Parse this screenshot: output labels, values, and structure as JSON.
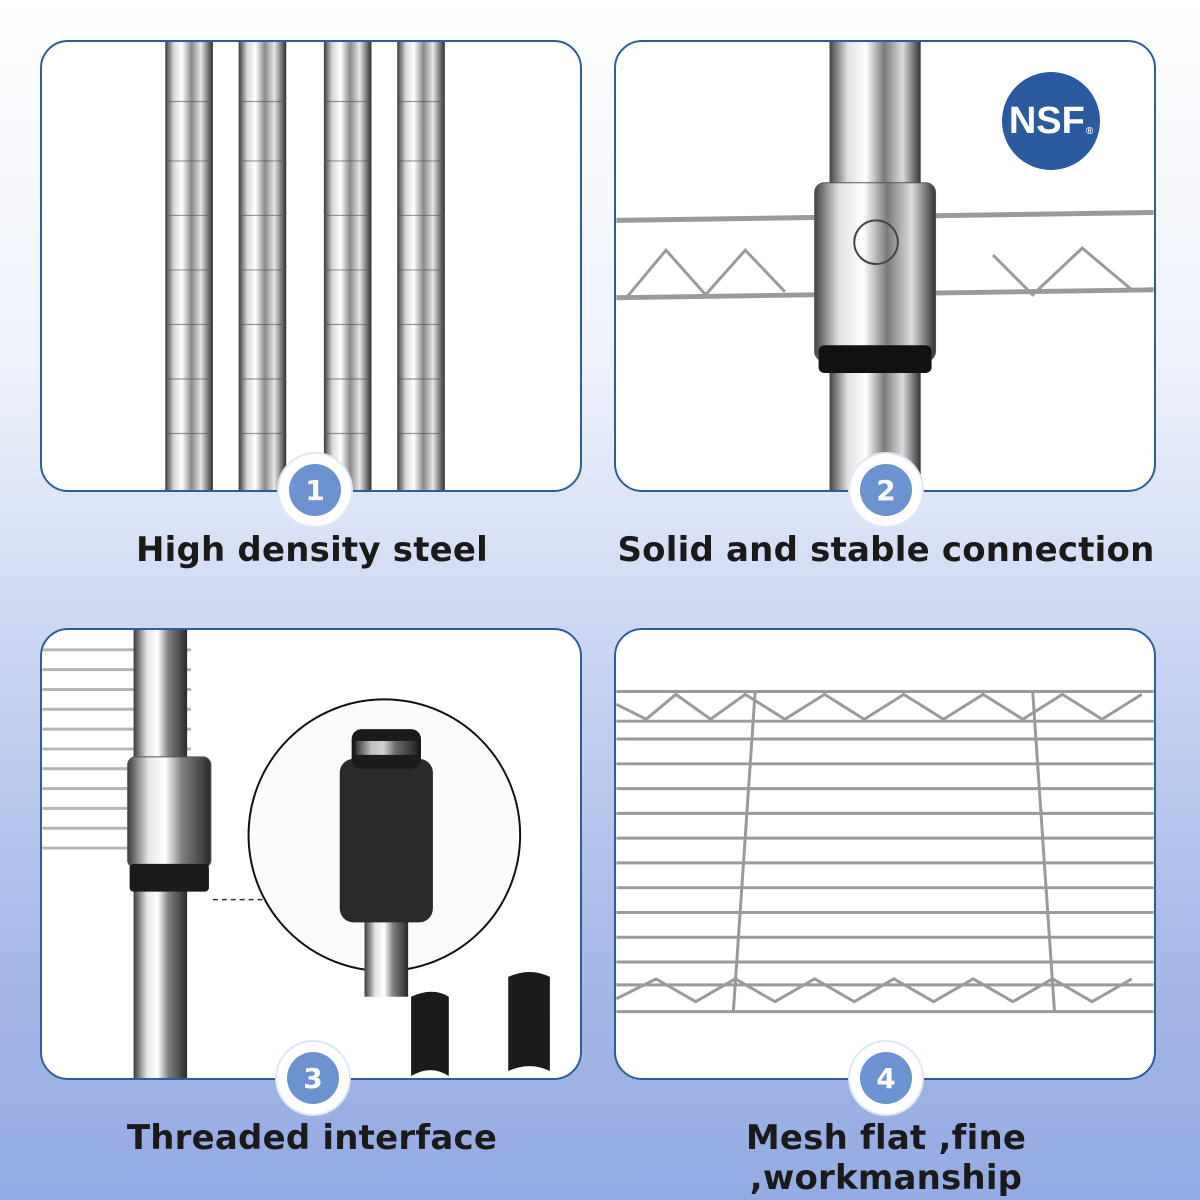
{
  "features": [
    {
      "number": "1",
      "caption": "High density steel"
    },
    {
      "number": "2",
      "caption": "Solid and stable connection"
    },
    {
      "number": "3",
      "caption": "Threaded interface"
    },
    {
      "number": "4",
      "caption": "Mesh flat ,fine ,workmanship"
    }
  ],
  "nsf_logo": {
    "text": "NSF",
    "mark": "®"
  },
  "colors": {
    "panel_border": "#2f5d9c",
    "badge_fill": "#6c93cf",
    "nsf_blue": "#2a5aa0"
  }
}
